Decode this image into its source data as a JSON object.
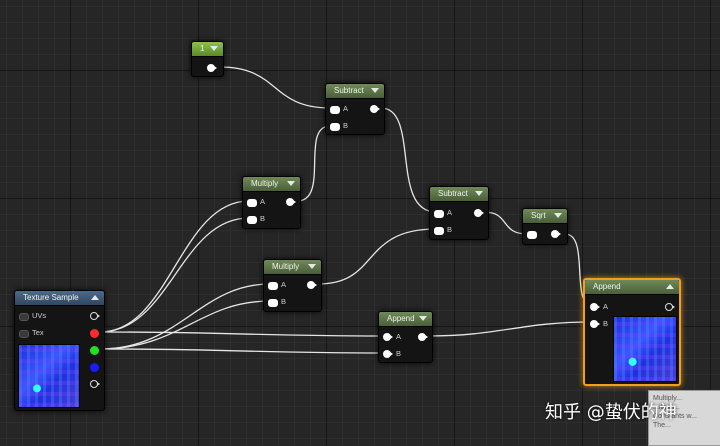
{
  "nodes": {
    "constant": {
      "value": "1"
    },
    "subtract1": {
      "title": "Subtract",
      "pin_a": "A",
      "pin_b": "B"
    },
    "multiply1": {
      "title": "Multiply",
      "pin_a": "A",
      "pin_b": "B"
    },
    "subtract2": {
      "title": "Subtract",
      "pin_a": "A",
      "pin_b": "B"
    },
    "sqrt": {
      "title": "Sqrt"
    },
    "multiply2": {
      "title": "Multiply",
      "pin_a": "A",
      "pin_b": "B"
    },
    "texture_sample": {
      "title": "Texture Sample",
      "pin_uvs": "UVs",
      "pin_tex": "Tex"
    },
    "append1": {
      "title": "Append",
      "pin_a": "A",
      "pin_b": "B"
    },
    "append2": {
      "title": "Append",
      "pin_a": "A",
      "pin_b": "B"
    }
  },
  "tooltip": {
    "line1": "Multiply...",
    "line2": "...ith m...",
    "line3": "Constants w...",
    "line4": "The..."
  },
  "watermark": "知乎 @蛰伏的神",
  "colors": {
    "wire": "#e6e6e6",
    "selected": "#f0a020",
    "red_channel": "#ff2a2a",
    "green_channel": "#22e022",
    "blue_channel": "#1a1aff"
  }
}
